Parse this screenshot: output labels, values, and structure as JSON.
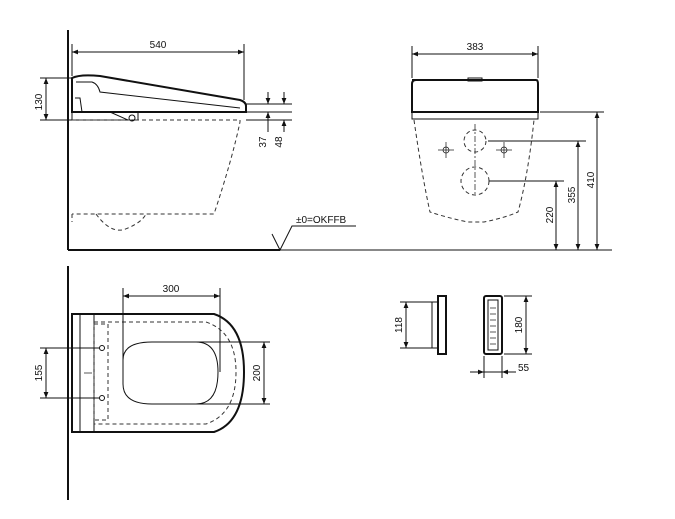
{
  "dimensions": {
    "side_width": "540",
    "side_height": "130",
    "side_gap_a": "37",
    "side_gap_b": "48",
    "floor_ref": "±0=OKFFB",
    "front_width": "383",
    "front_h_220": "220",
    "front_h_355": "355",
    "front_h_410": "410",
    "top_width": "300",
    "top_spacing": "155",
    "top_seat": "200",
    "remote_side_h": "118",
    "remote_front_h": "180",
    "remote_depth": "55"
  },
  "colors": {
    "line": "#111111",
    "background": "#ffffff"
  }
}
